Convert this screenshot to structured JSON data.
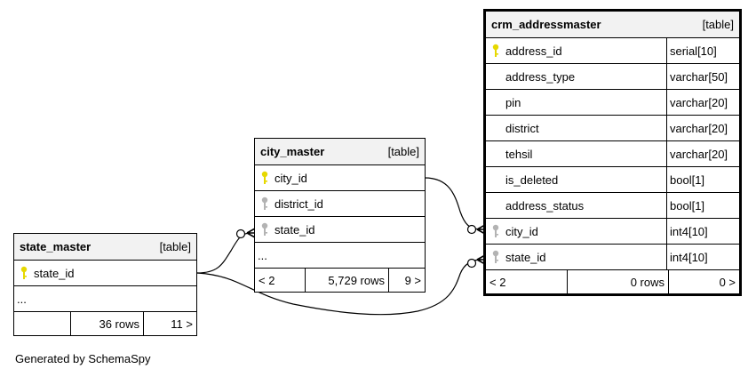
{
  "generated_by": "Generated by SchemaSpy",
  "tables": {
    "state_master": {
      "name": "state_master",
      "kind": "[table]",
      "columns": [
        {
          "name": "state_id",
          "key": "primary"
        }
      ],
      "ellipsis": "...",
      "footer": {
        "prev": "",
        "rows": "36 rows",
        "next": "11 >"
      }
    },
    "city_master": {
      "name": "city_master",
      "kind": "[table]",
      "columns": [
        {
          "name": "city_id",
          "key": "primary"
        },
        {
          "name": "district_id",
          "key": "foreign"
        },
        {
          "name": "state_id",
          "key": "foreign"
        }
      ],
      "ellipsis": "...",
      "footer": {
        "prev": "< 2",
        "rows": "5,729 rows",
        "next": "9 >"
      }
    },
    "crm_addressmaster": {
      "name": "crm_addressmaster",
      "kind": "[table]",
      "columns": [
        {
          "name": "address_id",
          "type": "serial[10]",
          "key": "primary"
        },
        {
          "name": "address_type",
          "type": "varchar[50]",
          "key": "none"
        },
        {
          "name": "pin",
          "type": "varchar[20]",
          "key": "none"
        },
        {
          "name": "district",
          "type": "varchar[20]",
          "key": "none"
        },
        {
          "name": "tehsil",
          "type": "varchar[20]",
          "key": "none"
        },
        {
          "name": "is_deleted",
          "type": "bool[1]",
          "key": "none"
        },
        {
          "name": "address_status",
          "type": "bool[1]",
          "key": "none"
        },
        {
          "name": "city_id",
          "type": "int4[10]",
          "key": "foreign"
        },
        {
          "name": "state_id",
          "type": "int4[10]",
          "key": "foreign"
        }
      ],
      "footer": {
        "prev": "< 2",
        "rows": "0 rows",
        "next": "0 >"
      }
    }
  },
  "relationships": [
    {
      "from": "state_master.state_id",
      "to": "city_master.state_id"
    },
    {
      "from": "city_master.city_id",
      "to": "crm_addressmaster.city_id"
    },
    {
      "from": "state_master.state_id",
      "to": "crm_addressmaster.state_id"
    }
  ],
  "colors": {
    "primary_key_icon": "#e6d800",
    "foreign_key_icon": "#b3b3b3",
    "header_bg": "#f2f2f2"
  }
}
